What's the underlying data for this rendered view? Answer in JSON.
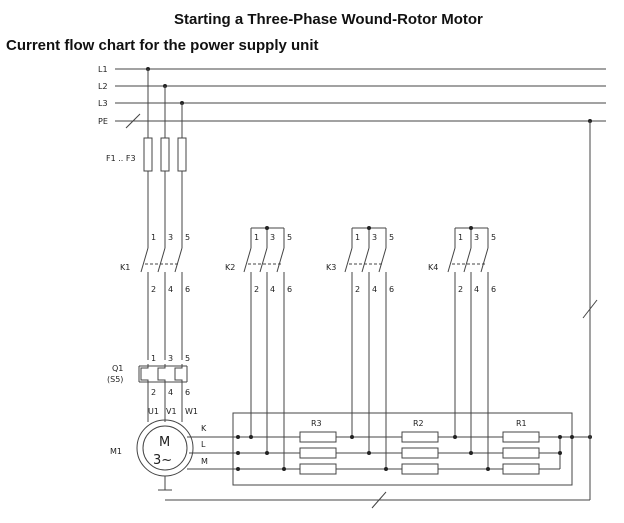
{
  "title": "Starting a Three-Phase Wound-Rotor Motor",
  "subtitle": "Current flow chart for the power supply unit",
  "bus": {
    "L1": "L1",
    "L2": "L2",
    "L3": "L3",
    "PE": "PE"
  },
  "fuse_label": "F1 .. F3",
  "contactors": [
    {
      "label": "K1",
      "terms_top": [
        "1",
        "3",
        "5"
      ],
      "terms_bottom": [
        "2",
        "4",
        "6"
      ]
    },
    {
      "label": "K2",
      "terms_top": [
        "1",
        "3",
        "5"
      ],
      "terms_bottom": [
        "2",
        "4",
        "6"
      ]
    },
    {
      "label": "K3",
      "terms_top": [
        "1",
        "3",
        "5"
      ],
      "terms_bottom": [
        "2",
        "4",
        "6"
      ]
    },
    {
      "label": "K4",
      "terms_top": [
        "1",
        "3",
        "5"
      ],
      "terms_bottom": [
        "2",
        "4",
        "6"
      ]
    }
  ],
  "overload": {
    "label": "Q1",
    "sublabel": "(S5)",
    "terms_top": [
      "1",
      "3",
      "5"
    ],
    "terms_bottom": [
      "2",
      "4",
      "6"
    ]
  },
  "motor": {
    "label": "M1",
    "symbol_top": "M",
    "symbol_bottom": "3~",
    "stator_terms": [
      "U1",
      "V1",
      "W1"
    ],
    "rotor_terms": [
      "K",
      "L",
      "M"
    ]
  },
  "resistors": [
    "R3",
    "R2",
    "R1"
  ]
}
